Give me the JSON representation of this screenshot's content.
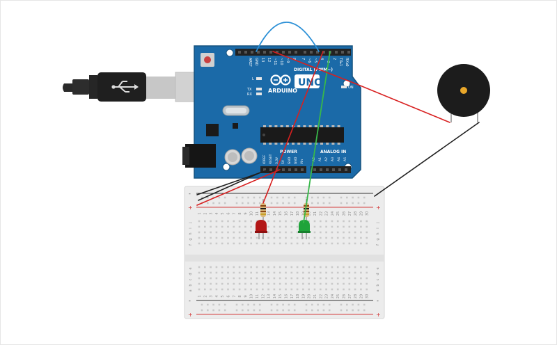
{
  "colors": {
    "canvas_border": "#e6e6e6",
    "board_blue": "#1b6aa8",
    "board_edge": "#15527f",
    "board_dark": "#0f3e63",
    "header_black": "#222222",
    "breadboard_bg": "#ececec",
    "breadboard_hole": "#c9c9c9",
    "rail_red": "#d33b3b",
    "rail_black": "#333333",
    "wire_red": "#d82020",
    "wire_black": "#202020",
    "wire_blue": "#2a8fd6",
    "wire_green": "#38b84a",
    "led_red": "#b31616",
    "led_green": "#1fa33a",
    "resistor_body": "#d9b87a",
    "buzzer_body": "#1c1c1c",
    "buzzer_center": "#e9a72a",
    "usb_cable": "#2a2a2a",
    "usb_plug": "#cfcfcf"
  },
  "board": {
    "logo_text": "ARDUINO",
    "uno_badge": "UNO",
    "digital_label": "DIGITAL (PWM~)",
    "aref": "AREF",
    "gnd": "GND",
    "pin_13": "13",
    "pin_12": "12",
    "pin_11": "~11",
    "pin_10": "~10",
    "pin_9": "~9",
    "pin_8": "8",
    "pin_7": "7",
    "pin_6": "~6",
    "pin_5": "~5",
    "pin_4": "4",
    "pin_3": "~3",
    "pin_2": "2",
    "tx1": "TX▸1",
    "rx0": "RX◂0",
    "led_l": "L",
    "led_tx": "TX",
    "led_rx": "RX",
    "on": "ON",
    "power_label": "POWER",
    "analog_label": "ANALOG IN",
    "ioref": "IOREF",
    "reset": "RESET",
    "v33": "3.3V",
    "v5": "5V",
    "gnd1": "GND",
    "gnd2": "GND",
    "vin": "Vin",
    "a0": "A0",
    "a1": "A1",
    "a2": "A2",
    "a3": "A3",
    "a4": "A4",
    "a5": "A5"
  },
  "breadboard": {
    "rail_plus": "+",
    "rail_minus": "-",
    "rows_top": [
      "j",
      "i",
      "h",
      "g",
      "f"
    ],
    "rows_bottom": [
      "e",
      "d",
      "c",
      "b",
      "a"
    ],
    "column_numbers": [
      "1",
      "2",
      "3",
      "4",
      "5",
      "6",
      "7",
      "8",
      "9",
      "10",
      "11",
      "12",
      "13",
      "14",
      "15",
      "16",
      "17",
      "18",
      "19",
      "20",
      "21",
      "22",
      "23",
      "24",
      "25",
      "26",
      "27",
      "28",
      "29",
      "30"
    ]
  }
}
